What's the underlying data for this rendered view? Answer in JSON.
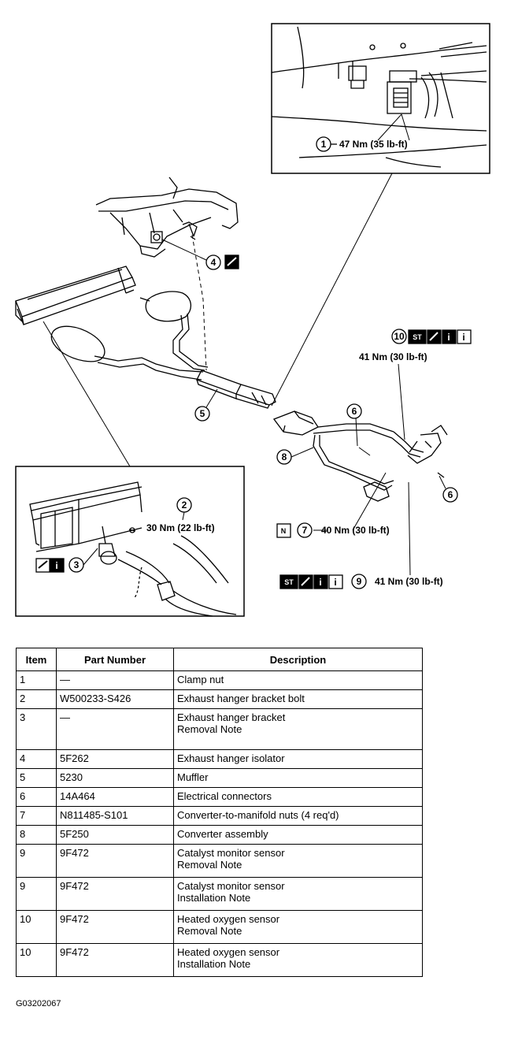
{
  "callouts": {
    "c1": {
      "num": "1",
      "text": "47 Nm (35 lb-ft)"
    },
    "c2": {
      "num": "2",
      "text": "30 Nm (22 lb-ft)"
    },
    "c3": {
      "num": "3"
    },
    "c4": {
      "num": "4"
    },
    "c5": {
      "num": "5"
    },
    "c6a": {
      "num": "6"
    },
    "c6b": {
      "num": "6"
    },
    "c7": {
      "num": "7",
      "text": "40 Nm (30 lb-ft)",
      "badge": "N"
    },
    "c8": {
      "num": "8"
    },
    "c9": {
      "num": "9",
      "text": "41 Nm (30 lb-ft)",
      "badge": "ST"
    },
    "c10": {
      "num": "10",
      "text": "41 Nm (30 lb-ft)",
      "badge": "ST"
    }
  },
  "icons": {
    "info_glyph": "i"
  },
  "table": {
    "headers": [
      "Item",
      "Part Number",
      "Description"
    ],
    "rows": [
      {
        "item": "1",
        "part": "—",
        "desc": "Clamp nut",
        "desc2": ""
      },
      {
        "item": "2",
        "part": "W500233-S426",
        "desc": "Exhaust hanger bracket bolt",
        "desc2": ""
      },
      {
        "item": "3",
        "part": "—",
        "desc": "Exhaust hanger bracket",
        "desc2": "Removal Note"
      },
      {
        "item": "4",
        "part": "5F262",
        "desc": "Exhaust hanger isolator",
        "desc2": ""
      },
      {
        "item": "5",
        "part": "5230",
        "desc": "Muffler",
        "desc2": ""
      },
      {
        "item": "6",
        "part": "14A464",
        "desc": "Electrical connectors",
        "desc2": ""
      },
      {
        "item": "7",
        "part": "N811485-S101",
        "desc": "Converter-to-manifold nuts (4 req'd)",
        "desc2": ""
      },
      {
        "item": "8",
        "part": "5F250",
        "desc": "Converter assembly",
        "desc2": ""
      },
      {
        "item": "9",
        "part": "9F472",
        "desc": "Catalyst monitor sensor",
        "desc2": "Removal Note"
      },
      {
        "item": "9",
        "part": "9F472",
        "desc": "Catalyst monitor sensor",
        "desc2": "Installation Note"
      },
      {
        "item": "10",
        "part": "9F472",
        "desc": "Heated oxygen sensor",
        "desc2": "Removal Note"
      },
      {
        "item": "10",
        "part": "9F472",
        "desc": "Heated oxygen sensor",
        "desc2": "Installation Note"
      }
    ]
  },
  "footer": {
    "code": "G03202067"
  }
}
